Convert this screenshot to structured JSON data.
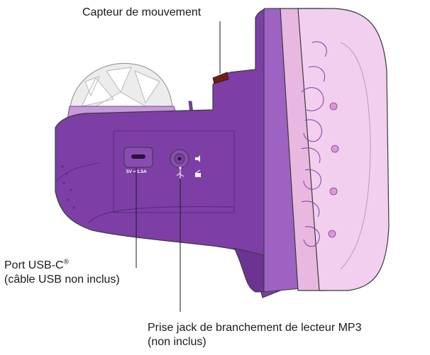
{
  "callouts": {
    "motion_sensor": "Capteur de mouvement",
    "usb_port_line1": "Port USB-C",
    "usb_port_registered": "®",
    "usb_port_line2": "(câble USB non inclus)",
    "jack_line1": "Prise jack de branchement de lecteur MP3",
    "jack_line2": "(non inclus)"
  },
  "port_marking": "5V ⎓1.5A",
  "colors": {
    "body_purple": "#7d3fa6",
    "body_light_purple": "#a36cc9",
    "panel_pink": "#e8b8e0",
    "panel_light_pink": "#f2cfee",
    "dome": "#ececec",
    "sensor": "#6e1f1a",
    "outline": "#3a3a3a"
  },
  "icons": [
    "usb-c-port-icon",
    "audio-jack-icon",
    "usb-symbol-icon",
    "volume-icon",
    "radio-icon"
  ]
}
